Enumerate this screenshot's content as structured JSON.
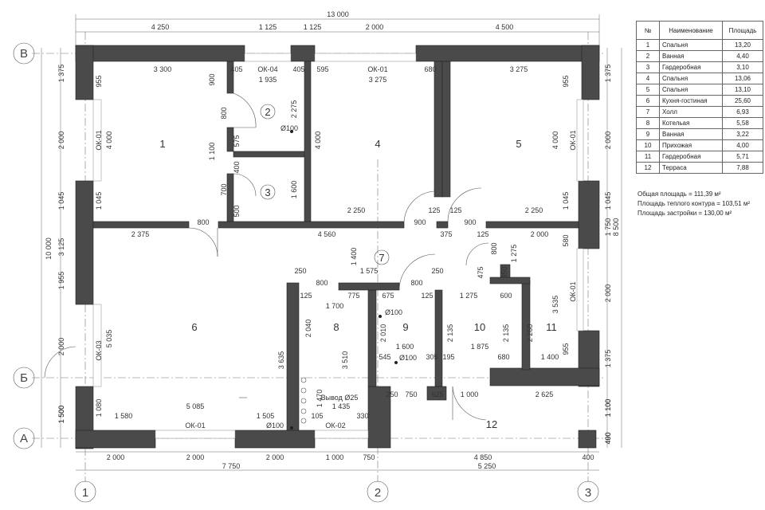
{
  "legend": {
    "headers": [
      "№",
      "Наименование",
      "Площадь"
    ],
    "rows": [
      [
        "1",
        "Спальня",
        "13,20"
      ],
      [
        "2",
        "Ванная",
        "4,40"
      ],
      [
        "3",
        "Гардеробная",
        "3,10"
      ],
      [
        "4",
        "Спальня",
        "13,06"
      ],
      [
        "5",
        "Спальня",
        "13,10"
      ],
      [
        "6",
        "Кухня-гостиная",
        "25,60"
      ],
      [
        "7",
        "Холл",
        "6,93"
      ],
      [
        "8",
        "Котельая",
        "5,58"
      ],
      [
        "9",
        "Ванная",
        "3,22"
      ],
      [
        "10",
        "Прихожая",
        "4,00"
      ],
      [
        "11",
        "Гардеробная",
        "5,71"
      ],
      [
        "12",
        "Терраса",
        "7,88"
      ]
    ]
  },
  "totals": [
    "Общая площадь = 111,39 м²",
    "Площадь теплого контура = 103,51 м²",
    "Площадь застройки = 130,00 м²"
  ],
  "axes": {
    "vertical": [
      "1",
      "2",
      "3"
    ],
    "horizontal": [
      "В",
      "Б",
      "А"
    ]
  },
  "rooms": [
    "1",
    "2",
    "3",
    "4",
    "5",
    "6",
    "7",
    "8",
    "9",
    "10",
    "11",
    "12"
  ],
  "dimensions": {
    "top_overall": "13 000",
    "top_chain": [
      "4 250",
      "1 125",
      "1 125",
      "2 000",
      "4 500"
    ],
    "bottom_chain": [
      "2 000",
      "2 000",
      "2 000",
      "1 000",
      "750",
      "4 850",
      "400"
    ],
    "bottom_mid": [
      "7 750",
      "5 250"
    ],
    "left_overall": "10 000",
    "left_chain": [
      "1 375",
      "2 000",
      "1 045",
      "3 125",
      "1 955",
      "2 000",
      "1 500"
    ],
    "right_overall": "8 500",
    "right_chain": [
      "1 375",
      "2 000",
      "1 045",
      "1 750",
      "2 000",
      "1 375",
      "1 100",
      "490"
    ],
    "interior": [
      "3 300",
      "405",
      "405",
      "595",
      "680",
      "3 275",
      "1 935",
      "3 275",
      "900",
      "2 275",
      "800",
      "575",
      "1 100",
      "400",
      "4 000",
      "700",
      "1 600",
      "500",
      "4 000",
      "4 000",
      "955",
      "955",
      "2 250",
      "125",
      "125",
      "2 250",
      "800",
      "4 560",
      "900",
      "900",
      "375",
      "125",
      "2 375",
      "2 000",
      "1 045",
      "1 045",
      "800",
      "1 275",
      "580",
      "1 400",
      "1 575",
      "250",
      "800",
      "800",
      "250",
      "475",
      "350",
      "125",
      "775",
      "675",
      "125",
      "1 275",
      "600",
      "1 700",
      "5 035",
      "3 535",
      "2 040",
      "2 010",
      "2 135",
      "2 135",
      "2 260",
      "3 635",
      "3 510",
      "1 600",
      "1 875",
      "545",
      "305",
      "195",
      "680",
      "1 400",
      "955",
      "250",
      "750",
      "625",
      "1 000",
      "2 625",
      "1 080",
      "1 580",
      "5 085",
      "1 505",
      "1 435",
      "1 470",
      "105",
      "330",
      "1 500",
      "1 100",
      "400"
    ]
  },
  "labels": {
    "windows": [
      "ОК-04",
      "ОК-01",
      "ОК-01",
      "ОК-01",
      "ОК-03",
      "ОК-01",
      "ОК-01",
      "ОК-02"
    ],
    "pipes": [
      "Ø100",
      "Ø100",
      "Ø100",
      "Ø100"
    ],
    "outlet": "Вывод Ø25"
  }
}
